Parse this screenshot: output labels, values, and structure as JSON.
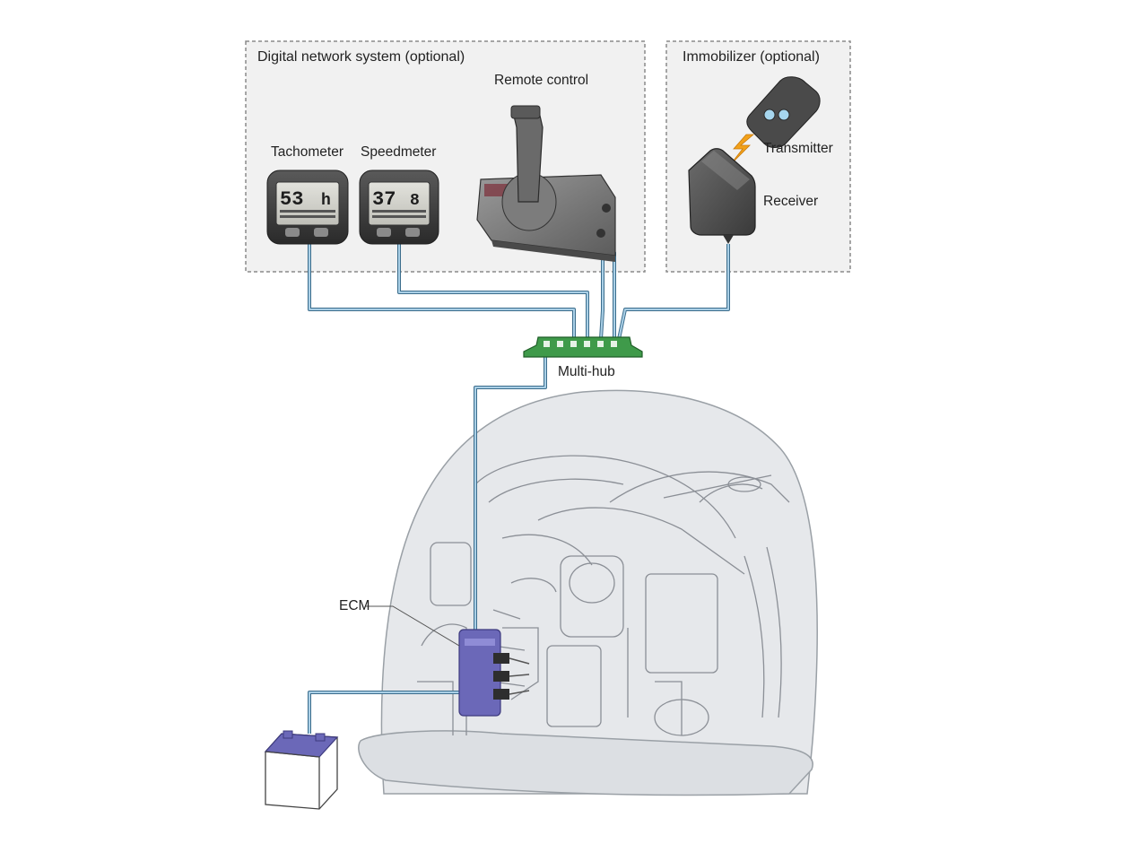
{
  "panels": {
    "digital": {
      "title": "Digital network system (optional)"
    },
    "immobilizer": {
      "title": "Immobilizer (optional)"
    }
  },
  "labels": {
    "remote_control": "Remote control",
    "tachometer": "Tachometer",
    "speedmeter": "Speedmeter",
    "transmitter": "Transmitter",
    "receiver": "Receiver",
    "multi_hub": "Multi-hub",
    "ecm": "ECM"
  },
  "tachometer_display": {
    "big": "53",
    "small": "h"
  },
  "speedmeter_display": {
    "big": "37",
    "small": "8"
  },
  "colors": {
    "cable": "#5b8fb0",
    "panel_bg": "#f1f1f1",
    "panel_border": "#8a8a8a",
    "hub": "#3f9a4a",
    "ecm": "#6b68b8",
    "engine_cover": "#e4e6ea",
    "engine_line": "#8b8f96"
  }
}
